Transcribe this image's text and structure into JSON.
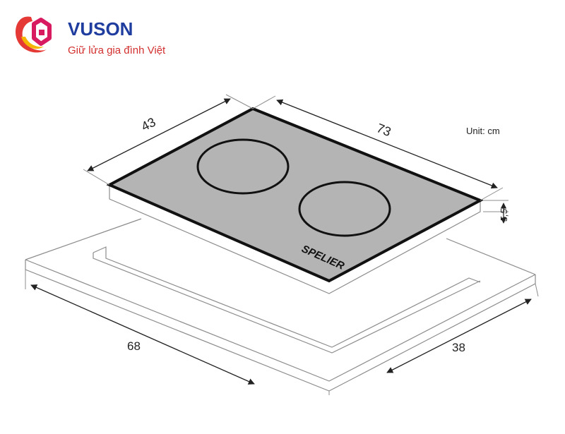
{
  "brand": {
    "name": "VUSON",
    "tagline": "Giữ lửa gia đình Việt",
    "name_color": "#1f3d9e",
    "tagline_color": "#d32f2f",
    "logo_colors": [
      "#e53935",
      "#f4b400",
      "#d81b60"
    ]
  },
  "diagram": {
    "unit_label": "Unit: cm",
    "model_label": "SPELIER",
    "dimensions": {
      "top_depth": "43",
      "top_width": "73",
      "height": "5,5",
      "cutout_width": "68",
      "cutout_depth": "38"
    },
    "colors": {
      "glass": "#b4b4b4",
      "outline": "#111111",
      "lines": "#8c8c8c"
    }
  }
}
